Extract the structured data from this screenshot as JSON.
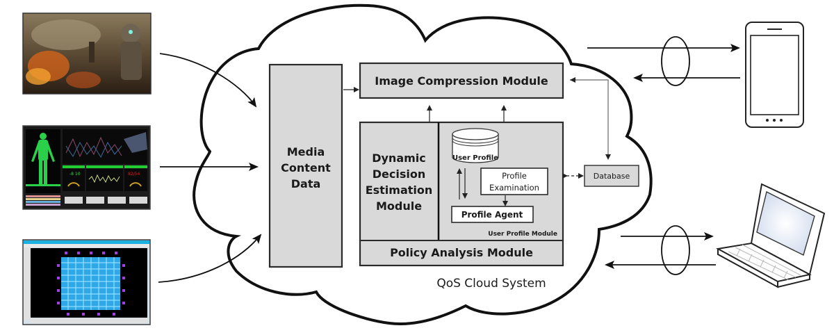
{
  "sources": [
    {
      "name": "battlefield-image",
      "description": "Military battlefield photo"
    },
    {
      "name": "medical-monitor-image",
      "description": "Medical monitoring dashboard"
    },
    {
      "name": "circuit-layout-image",
      "description": "Circuit layout window"
    }
  ],
  "cloud": {
    "label": "QoS Cloud System"
  },
  "modules": {
    "media_content": [
      "Media",
      "Content",
      "Data"
    ],
    "image_compression": "Image Compression Module",
    "dynamic_decision": [
      "Dynamic",
      "Decision",
      "Estimation",
      "Module"
    ],
    "user_profile_db": "User Profile",
    "profile_examination": [
      "Profile",
      "Examination"
    ],
    "profile_agent": "Profile Agent",
    "user_profile_module": "User Profile Module",
    "policy_analysis": "Policy Analysis Module",
    "database": "Database"
  },
  "clients": [
    {
      "name": "smartphone",
      "description": "Mobile phone client"
    },
    {
      "name": "laptop",
      "description": "Laptop client"
    }
  ]
}
